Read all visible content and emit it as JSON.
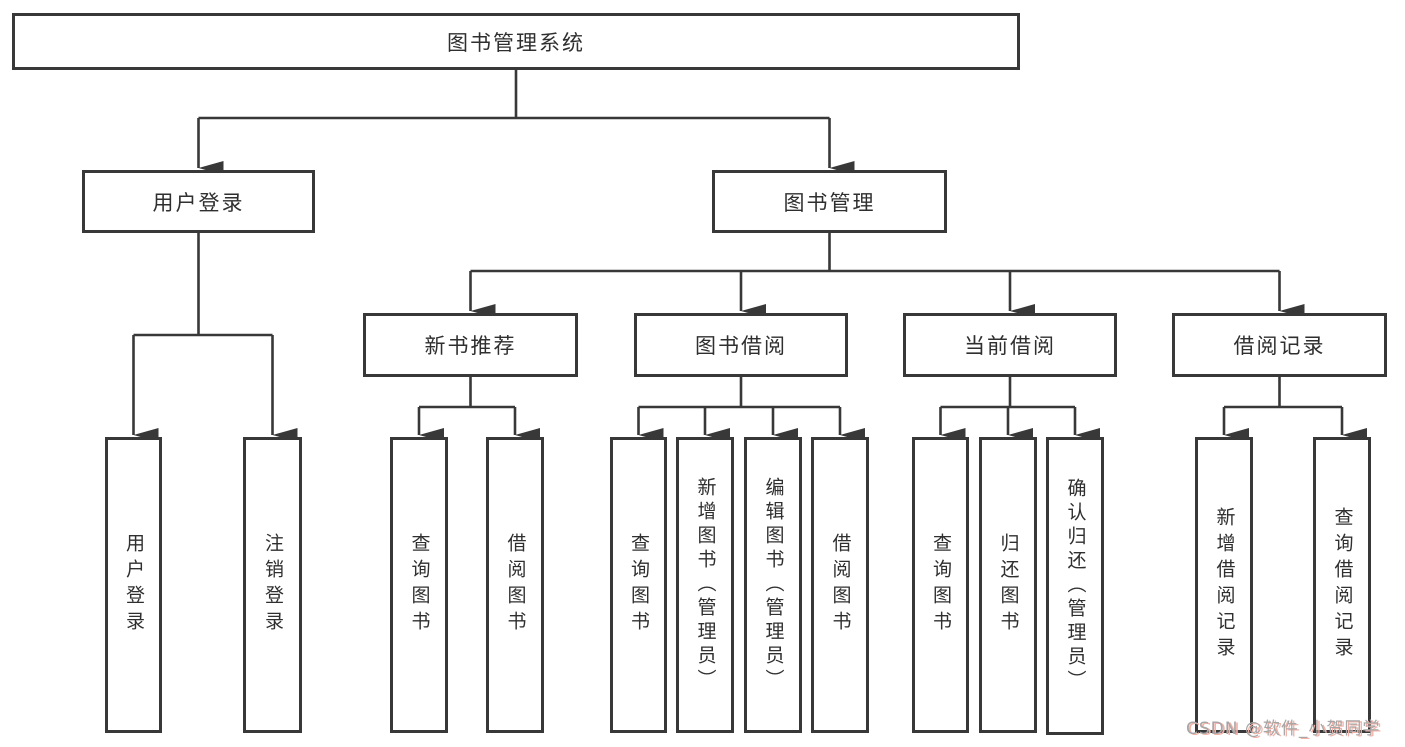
{
  "nodes": {
    "root": "图书管理系统",
    "user_login": "用户登录",
    "book_mgmt": "图书管理",
    "new_rec": "新书推荐",
    "borrowing": "图书借阅",
    "current": "当前借阅",
    "records": "借阅记录",
    "leaf_user_login": "用户登录",
    "leaf_logout": "注销登录",
    "leaf_nr_query": "查询图书",
    "leaf_nr_borrow": "借阅图书",
    "leaf_bb_query": "查询图书",
    "leaf_bb_add": "新增图书（管理员）",
    "leaf_bb_edit": "编辑图书（管理员）",
    "leaf_bb_borrow": "借阅图书",
    "leaf_cb_query": "查询图书",
    "leaf_cb_return": "归还图书",
    "leaf_cb_confirm": "确认归还（管理员）",
    "leaf_rec_add": "新增借阅记录",
    "leaf_rec_query": "查询借阅记录"
  },
  "hierarchy": {
    "label": "图书管理系统",
    "children": [
      {
        "label": "用户登录",
        "children": [
          {
            "label": "用户登录"
          },
          {
            "label": "注销登录"
          }
        ]
      },
      {
        "label": "图书管理",
        "children": [
          {
            "label": "新书推荐",
            "children": [
              {
                "label": "查询图书"
              },
              {
                "label": "借阅图书"
              }
            ]
          },
          {
            "label": "图书借阅",
            "children": [
              {
                "label": "查询图书"
              },
              {
                "label": "新增图书（管理员）"
              },
              {
                "label": "编辑图书（管理员）"
              },
              {
                "label": "借阅图书"
              }
            ]
          },
          {
            "label": "当前借阅",
            "children": [
              {
                "label": "查询图书"
              },
              {
                "label": "归还图书"
              },
              {
                "label": "确认归还（管理员）"
              }
            ]
          },
          {
            "label": "借阅记录",
            "children": [
              {
                "label": "新增借阅记录"
              },
              {
                "label": "查询借阅记录"
              }
            ]
          }
        ]
      }
    ]
  },
  "watermark": {
    "text": "CSDN @软件_小贺同学"
  },
  "colors": {
    "line": "#383838",
    "box_border": "#383838",
    "box_background": "#ffffff",
    "text": "#2f2f2f",
    "watermark_text": "#a6a6a6",
    "watermark_shadow": "#f2b1a7"
  }
}
